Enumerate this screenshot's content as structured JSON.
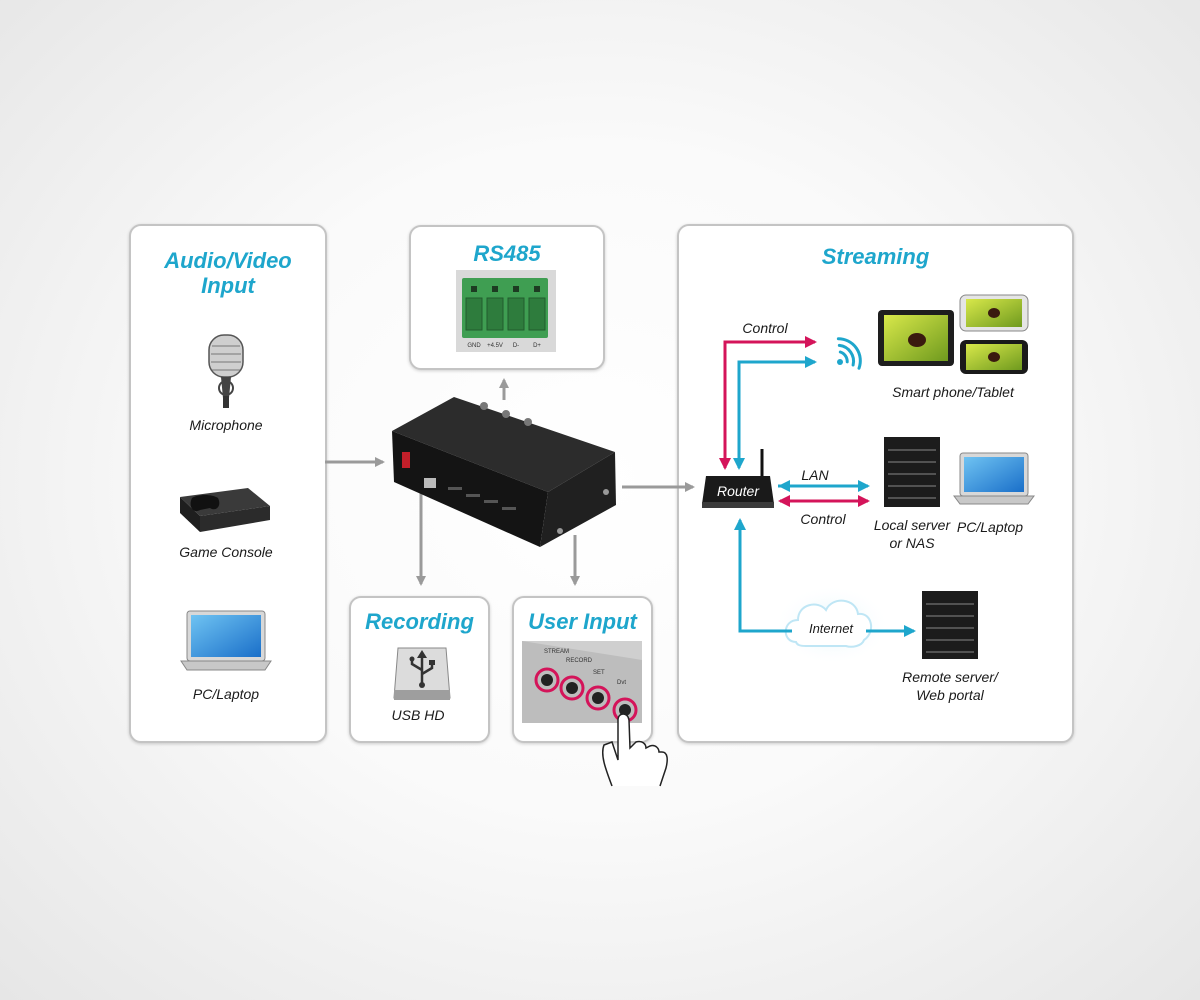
{
  "av_input": {
    "title_line1": "Audio/Video",
    "title_line2": "Input",
    "items": [
      "Microphone",
      "Game Console",
      "PC/Laptop"
    ]
  },
  "rs485": {
    "title": "RS485",
    "pins": [
      "GND",
      "+4.5V",
      "D-",
      "D+"
    ]
  },
  "recording": {
    "title": "Recording",
    "item": "USB HD"
  },
  "user_input": {
    "title": "User Input",
    "buttons": [
      "STREAM",
      "RECORD",
      "SET",
      "Dvt"
    ]
  },
  "streaming": {
    "title": "Streaming",
    "control_top": "Control",
    "smartphone_tablet": "Smart phone/Tablet",
    "router": "Router",
    "lan": "LAN",
    "control_mid": "Control",
    "local_server_line1": "Local server",
    "local_server_line2": "or NAS",
    "pc_laptop": "PC/Laptop",
    "internet": "Internet",
    "remote_line1": "Remote server/",
    "remote_line2": "Web portal"
  },
  "colors": {
    "title": "#1ea6cc",
    "control_arrow": "#d4145a",
    "data_arrow": "#1ea6cc",
    "flow_arrow": "#9a9a9a"
  }
}
